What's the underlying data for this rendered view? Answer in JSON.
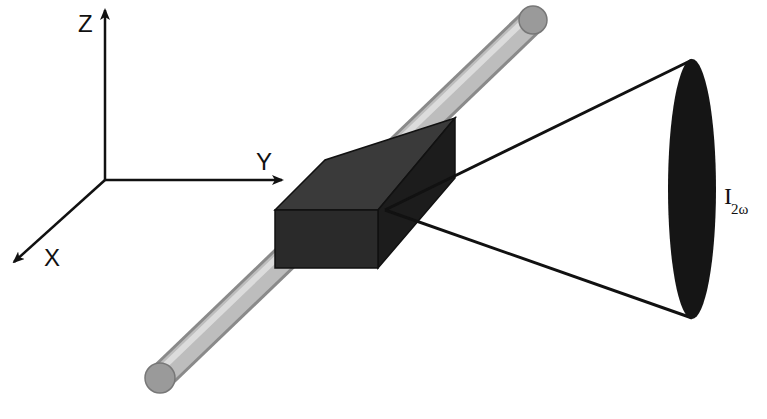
{
  "diagram": {
    "labels": [
      "Z",
      "Y",
      "X",
      "I",
      "2ω"
    ]
  }
}
